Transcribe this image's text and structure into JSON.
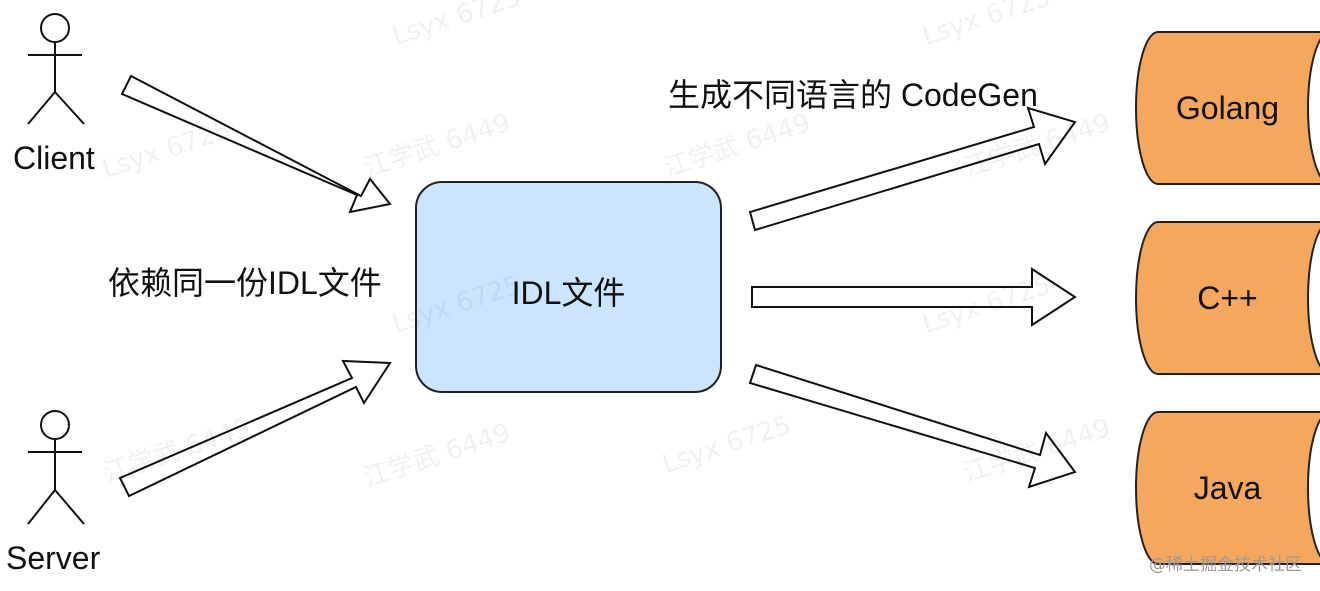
{
  "actors": {
    "client": "Client",
    "server": "Server"
  },
  "annotations": {
    "shared_idl": "依赖同一份IDL文件",
    "codegen": "生成不同语言的 CodeGen"
  },
  "idl_box": {
    "label": "IDL文件",
    "fill": "#cce5ff",
    "stroke": "#222222"
  },
  "languages": [
    {
      "label": "Golang"
    },
    {
      "label": "C++"
    },
    {
      "label": "Java"
    }
  ],
  "language_fill": "#f5a75e",
  "watermark": {
    "site": "@稀土掘金技术社区",
    "overlay_texts": [
      "Lsyx 6725",
      "江学武 6449"
    ]
  }
}
